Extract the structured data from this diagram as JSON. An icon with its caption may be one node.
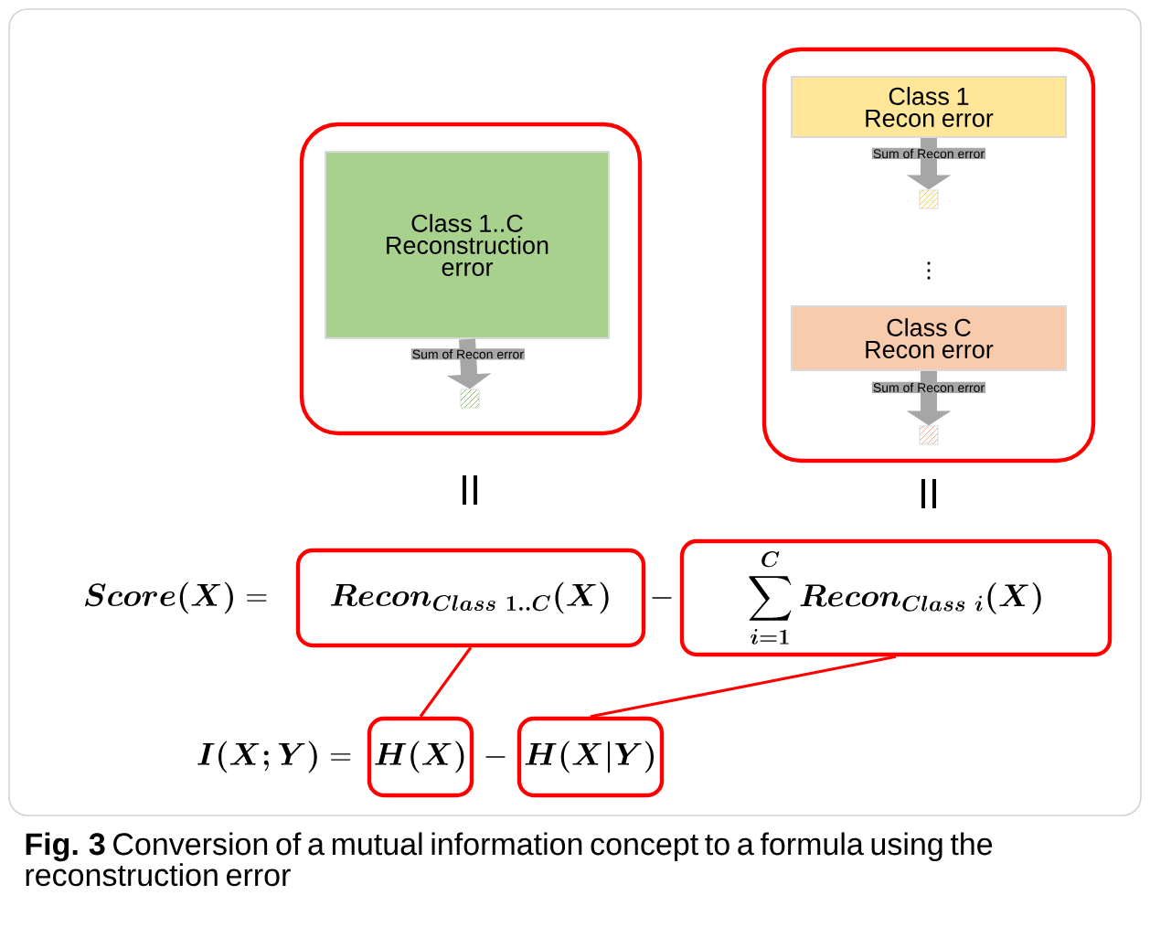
{
  "diagram": {
    "caption": "**Fig. 3** Conversion of a mutual information concept to a formula using the reconstruction error",
    "nodes": [
      {
        "text": [],
        "shape": "box"
      },
      {
        "text": [
          "Class 1..C Reconstruction error"
        ],
        "in": 0
      },
      {
        "text": [],
        "shape": "box",
        "in": 0
      },
      {
        "text": [],
        "shape": "box"
      },
      {
        "text": [
          "Class 1 Recon error"
        ],
        "in": 3
      },
      {
        "text": [],
        "shape": "box",
        "in": 3
      },
      {
        "text": [
          "Class C Recon error"
        ],
        "in": 3
      },
      {
        "text": [],
        "shape": "box",
        "in": 3
      },
      {
        "text": [
          "\\boldsymbol{Recon_{Class\\ 1..C}(X)}"
        ]
      },
      {
        "text": [
          "\\boldsymbol{\\sum_{i=1}^{C} Recon_{Class\\ i}(X)}"
        ]
      },
      {
        "text": [
          "\\boldsymbol{H(X)}"
        ]
      },
      {
        "text": [
          "\\boldsymbol{H(X|Y)}"
        ]
      }
    ],
    "edges": [
      {
        "from": 1,
        "to": 2,
        "arrow": "to",
        "label": "Sum of Recon error"
      },
      {
        "from": 4,
        "to": 5,
        "arrow": "to",
        "label": "Sum of Recon error"
      },
      {
        "from": 6,
        "to": 7,
        "arrow": "to",
        "label": "Sum of Recon error"
      },
      {
        "from": 8,
        "to": 10,
        "arrow": "none",
        "color": "#ff0000"
      },
      {
        "from": 9,
        "to": 11,
        "arrow": "none",
        "color": "#ff0000"
      }
    ],
    "labels": [
      "\\vdots",
      "\\boldsymbol{Score(X)} =",
      "-",
      "\\boldsymbol{I(X;Y)} =",
      "-"
    ]
  }
}
